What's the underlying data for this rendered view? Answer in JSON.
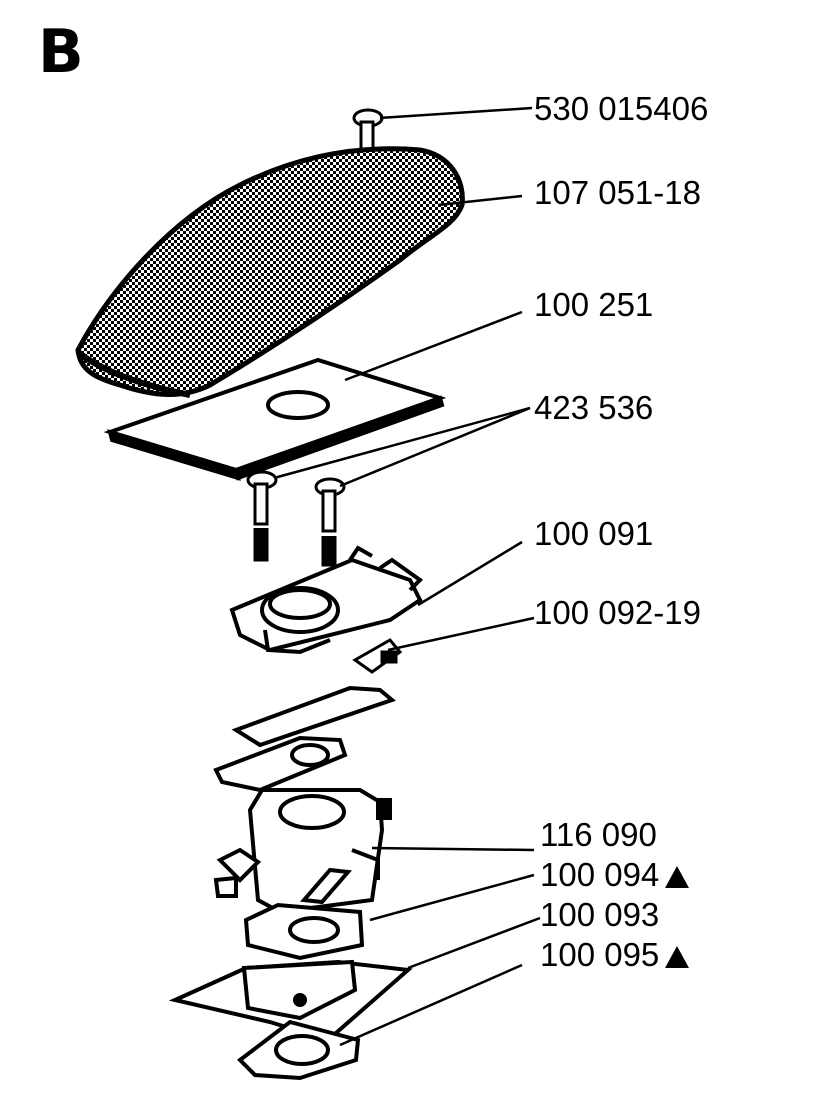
{
  "section": {
    "letter": "B"
  },
  "parts": [
    {
      "id": "screw",
      "number": "530 015406",
      "note": ""
    },
    {
      "id": "air-filter",
      "number": "107  051-18",
      "note": ""
    },
    {
      "id": "filter-plate",
      "number": "100 251",
      "note": ""
    },
    {
      "id": "bolts",
      "number": "423 536",
      "note": ""
    },
    {
      "id": "filter-holder",
      "number": "100 091",
      "note": ""
    },
    {
      "id": "bracket",
      "number": "100  092-19",
      "note": ""
    },
    {
      "id": "carburetor",
      "number": "116 090",
      "note": ""
    },
    {
      "id": "gasket-a",
      "number": "100 094",
      "note": "triangle"
    },
    {
      "id": "pump-plate",
      "number": "100 093",
      "note": ""
    },
    {
      "id": "gasket-b",
      "number": "100 095",
      "note": "triangle"
    }
  ],
  "colors": {
    "ink": "#000000",
    "paper": "#ffffff"
  }
}
